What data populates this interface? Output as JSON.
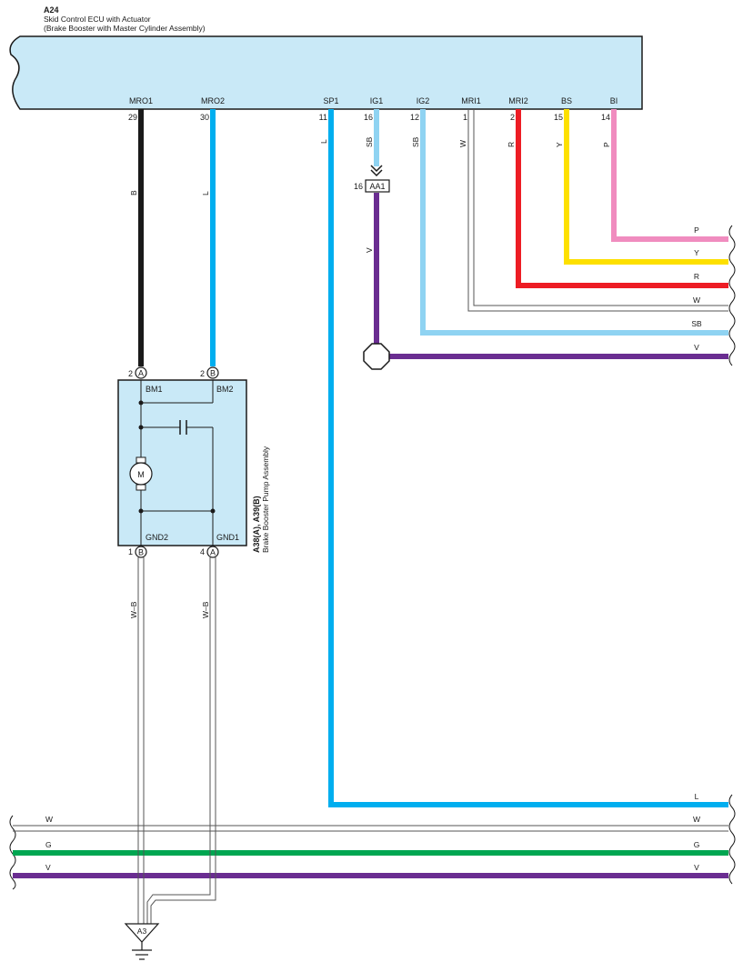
{
  "ecu": {
    "code": "A24",
    "name": "Skid Control ECU with Actuator",
    "subname": "(Brake Booster with Master Cylinder Assembly)",
    "terminals": [
      {
        "label": "MRO1",
        "pin": "29",
        "wire": "B"
      },
      {
        "label": "MRO2",
        "pin": "30",
        "wire": "L"
      },
      {
        "label": "SP1",
        "pin": "11",
        "wire": "L"
      },
      {
        "label": "IG1",
        "pin": "16",
        "wire": "SB"
      },
      {
        "label": "IG2",
        "pin": "12",
        "wire": "SB"
      },
      {
        "label": "MRI1",
        "pin": "1",
        "wire": "W"
      },
      {
        "label": "MRI2",
        "pin": "2",
        "wire": "R"
      },
      {
        "label": "BS",
        "pin": "15",
        "wire": "Y"
      },
      {
        "label": "BI",
        "pin": "14",
        "wire": "P"
      }
    ]
  },
  "connector_aa1": {
    "pin": "16",
    "label": "AA1",
    "wire_after": "V"
  },
  "pump": {
    "codes": "A38(A), A39(B)",
    "name": "Brake Booster Pump Assembly",
    "motor": "M",
    "top_terminals": [
      {
        "pin": "2",
        "conn": "A",
        "label": "BM1"
      },
      {
        "pin": "2",
        "conn": "B",
        "label": "BM2"
      }
    ],
    "bottom_terminals": [
      {
        "pin": "1",
        "conn": "B",
        "label": "GND2",
        "wire": "W–B"
      },
      {
        "pin": "4",
        "conn": "A",
        "label": "GND1",
        "wire": "W–B"
      }
    ]
  },
  "right_wires": [
    "P",
    "Y",
    "R",
    "W",
    "SB",
    "V"
  ],
  "bottom_bus": {
    "sp1_out": "L",
    "left": [
      "W",
      "G",
      "V"
    ],
    "right": [
      "W",
      "G",
      "V"
    ]
  },
  "ground": {
    "label": "A3"
  },
  "colors": {
    "B": "#1a1a1a",
    "L": "#00aeef",
    "SB": "#8fd3f2",
    "W": "#ffffff",
    "R": "#ed1c24",
    "Y": "#fde000",
    "P": "#f08cbf",
    "V": "#6a2d91",
    "G": "#00a651",
    "box_fill": "#c9e9f7"
  }
}
